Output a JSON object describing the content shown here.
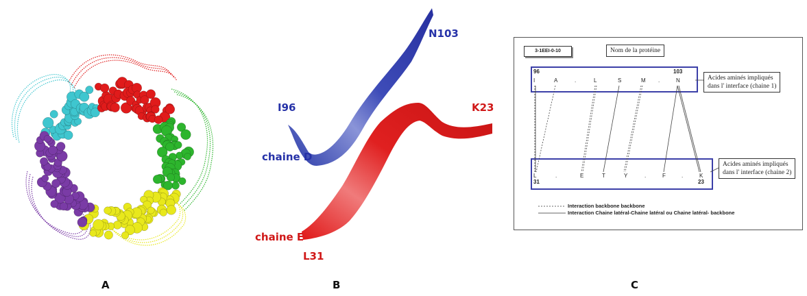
{
  "panels": {
    "a": {
      "letter": "A"
    },
    "b": {
      "letter": "B",
      "labels": {
        "n103": "N103",
        "i96": "I96",
        "chain_d": "chaine D",
        "k23": "K23",
        "chain_e": "chaine E",
        "l31": "L31"
      },
      "colors": {
        "chain_d": "#2632a8",
        "chain_e": "#d01818"
      }
    },
    "c": {
      "letter": "C",
      "protein_id": "3-1EEI-0-10",
      "protein_name_note": "Nom de la protéine",
      "chain1": {
        "start": "96",
        "end": "103",
        "residues": [
          "I",
          "A",
          ".",
          "L",
          "S",
          "M",
          ".",
          "N"
        ]
      },
      "chain2": {
        "start": "31",
        "end": "23",
        "residues": [
          "L",
          ".",
          "E",
          "T",
          "Y",
          ".",
          "F",
          ".",
          "K"
        ]
      },
      "chain1_note": [
        "Acides aminés impliqués",
        "dans l' interface (chaine 1)"
      ],
      "chain2_note": [
        "Acides aminés impliqués",
        "dans l' interface (chaine 2)"
      ],
      "legend": {
        "dashed": "Interaction backbone backbone",
        "solid": "Interaction Chaine latéral-Chaine latéral ou Chaine latéral- backbone"
      }
    }
  },
  "protein_colors": {
    "cyan": "#3fc6cf",
    "red": "#e01b1b",
    "green": "#2db52d",
    "yellow": "#e8e81c",
    "purple": "#7a3ba6"
  }
}
